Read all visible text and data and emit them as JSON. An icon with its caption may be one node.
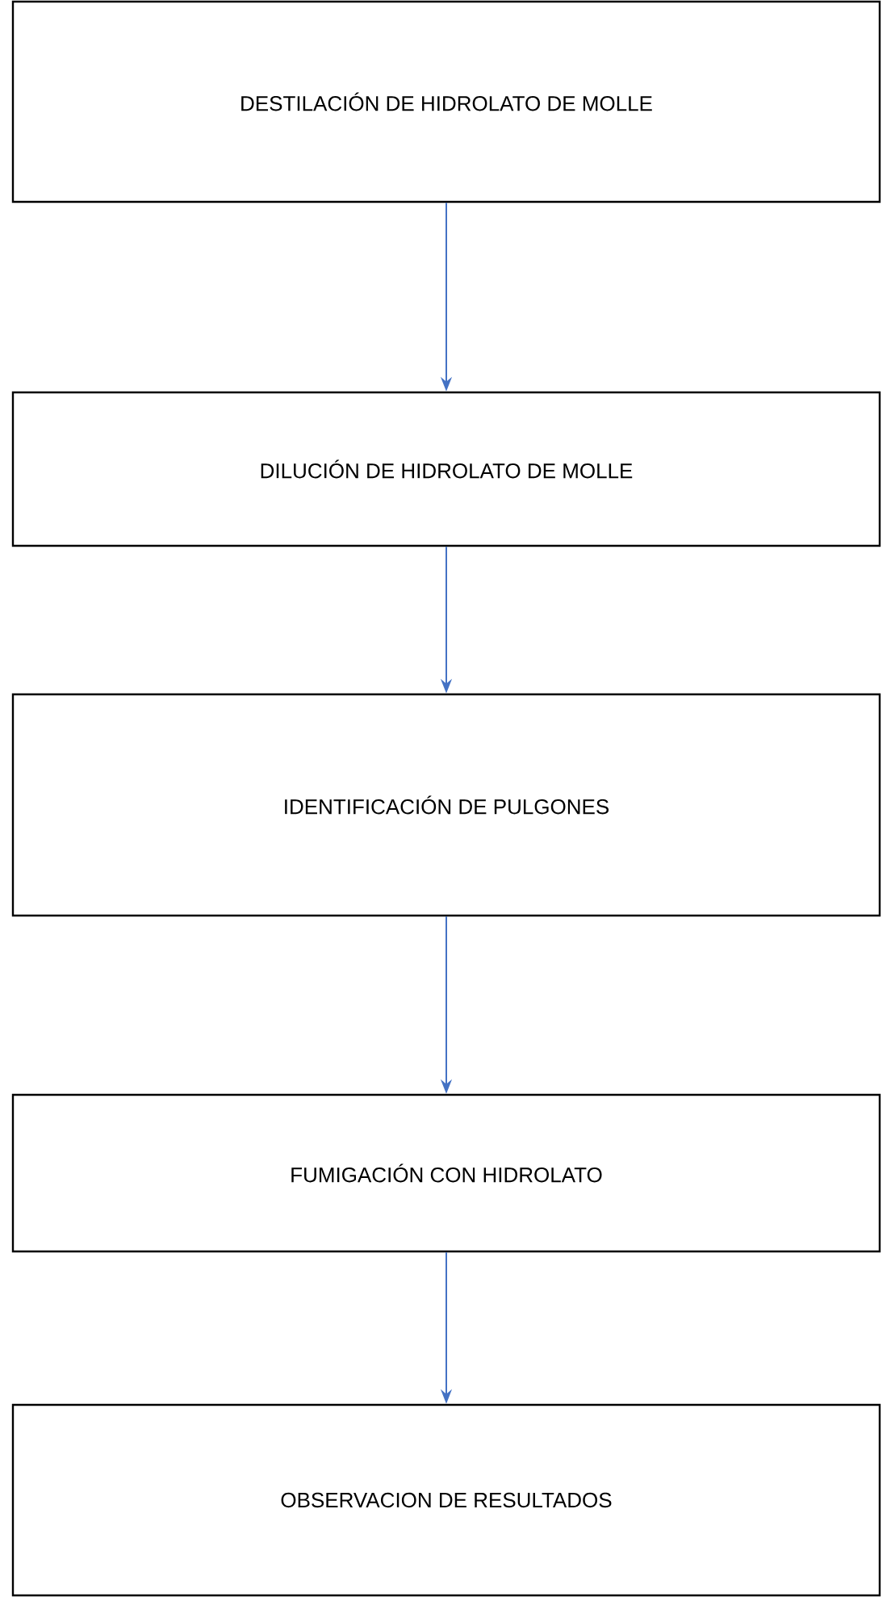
{
  "diagram": {
    "nodes": [
      {
        "text": [
          "DESTILACIÓN DE HIDROLATO DE MOLLE"
        ]
      },
      {
        "text": [
          "DILUCIÓN DE HIDROLATO DE MOLLE"
        ]
      },
      {
        "text": [
          "IDENTIFICACIÓN DE PULGONES"
        ]
      },
      {
        "text": [
          "FUMIGACIÓN CON HIDROLATO"
        ]
      },
      {
        "text": [
          "OBSERVACION DE RESULTADOS"
        ]
      }
    ],
    "edges": [
      {
        "from": 0,
        "to": 1,
        "arrow": "to"
      },
      {
        "from": 1,
        "to": 2,
        "arrow": "to"
      },
      {
        "from": 2,
        "to": 3,
        "arrow": "to"
      },
      {
        "from": 3,
        "to": 4,
        "arrow": "to"
      }
    ]
  }
}
